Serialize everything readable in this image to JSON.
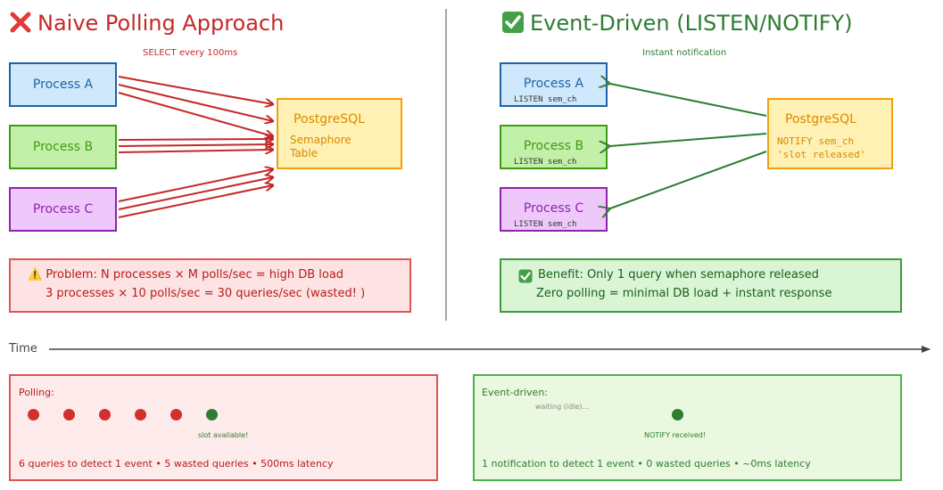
{
  "left_panel": {
    "title": "Naive Polling Approach",
    "subtitle": "SELECT every 100ms",
    "processes": [
      "Process A",
      "Process B",
      "Process C"
    ],
    "db_label": "PostgreSQL",
    "db_detail_1": "Semaphore",
    "db_detail_2": "Table",
    "problem_line1": "⚠️ Problem:  N processes × M polls/sec = high DB load",
    "problem_line2": "3 processes × 10 polls/sec = 30 queries/sec (wasted! )"
  },
  "right_panel": {
    "title": "Event-Driven (LISTEN/NOTIFY)",
    "subtitle": "Instant notification",
    "processes": [
      "Process A",
      "Process B",
      "Process C"
    ],
    "listen_label": "LISTEN sem_ch",
    "db_label": "PostgreSQL",
    "db_detail_1": "NOTIFY sem_ch",
    "db_detail_2": "'slot released'",
    "benefit_line1": "Benefit: Only 1 query when semaphore released",
    "benefit_line2": "Zero polling = minimal DB load + instant response"
  },
  "timeline": {
    "label": "Time",
    "polling": {
      "heading": "Polling:",
      "dots": [
        "red",
        "red",
        "red",
        "red",
        "red",
        "green"
      ],
      "dot_caption": "slot available!",
      "summary": "6 queries to detect 1 event • 5 wasted queries • 500ms latency"
    },
    "event": {
      "heading": "Event-driven:",
      "waiting_label": "waiting (idle)...",
      "dot_caption": "NOTIFY received!",
      "summary": "1 notification to detect 1 event • 0 wasted queries • ~0ms latency"
    }
  },
  "colors": {
    "red": "#c62828",
    "green": "#2e7d32",
    "blue": "#1e63a8",
    "orange": "#f0a010",
    "purple": "#8e24aa"
  }
}
